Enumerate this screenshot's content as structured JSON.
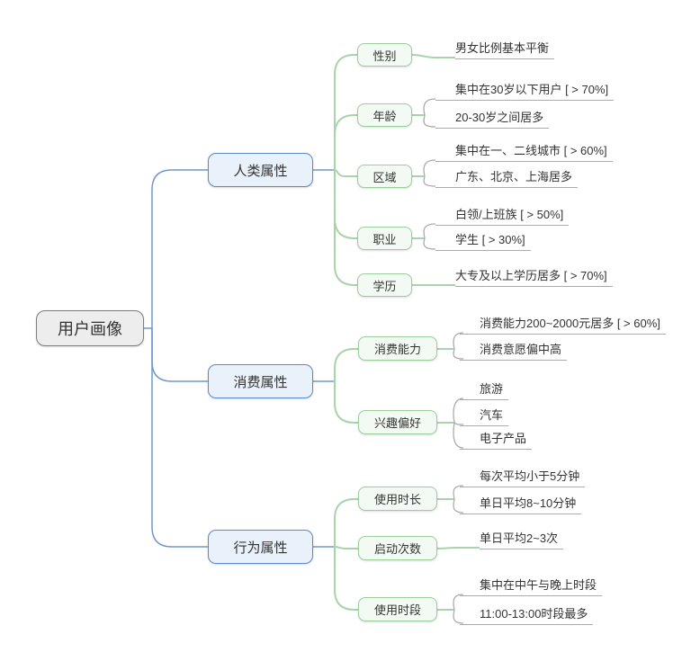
{
  "root": {
    "label": "用户画像"
  },
  "branches": [
    {
      "label": "人类属性",
      "children": [
        {
          "label": "性别",
          "leaves": [
            "男女比例基本平衡"
          ]
        },
        {
          "label": "年龄",
          "leaves": [
            "集中在30岁以下用户 [ > 70%]",
            "20-30岁之间居多"
          ]
        },
        {
          "label": "区域",
          "leaves": [
            "集中在一、二线城市 [ > 60%]",
            "广东、北京、上海居多"
          ]
        },
        {
          "label": "职业",
          "leaves": [
            "白领/上班族 [ > 50%]",
            "学生 [ > 30%]"
          ]
        },
        {
          "label": "学历",
          "leaves": [
            "大专及以上学历居多 [ > 70%]"
          ]
        }
      ]
    },
    {
      "label": "消费属性",
      "children": [
        {
          "label": "消费能力",
          "leaves": [
            "消费能力200~2000元居多 [ > 60%]",
            "消费意愿偏中高"
          ]
        },
        {
          "label": "兴趣偏好",
          "leaves": [
            "旅游",
            "汽车",
            "电子产品"
          ]
        }
      ]
    },
    {
      "label": "行为属性",
      "children": [
        {
          "label": "使用时长",
          "leaves": [
            "每次平均小于5分钟",
            "单日平均8~10分钟"
          ]
        },
        {
          "label": "启动次数",
          "leaves": [
            "单日平均2~3次"
          ]
        },
        {
          "label": "使用时段",
          "leaves": [
            "集中在中午与晚上时段",
            "11:00-13:00时段最多"
          ]
        }
      ]
    }
  ],
  "colors": {
    "root_border": "#7d7d7d",
    "root_bg": "#ededed",
    "branch_border": "#5c8ac8",
    "branch_bg": "#e9f1fb",
    "sub_border": "#9ccd9c",
    "sub_bg": "#f3faf3",
    "line_blue": "#7097cd",
    "line_green": "#a9d3a9",
    "line_gray": "#ababab",
    "text": "#333333"
  }
}
